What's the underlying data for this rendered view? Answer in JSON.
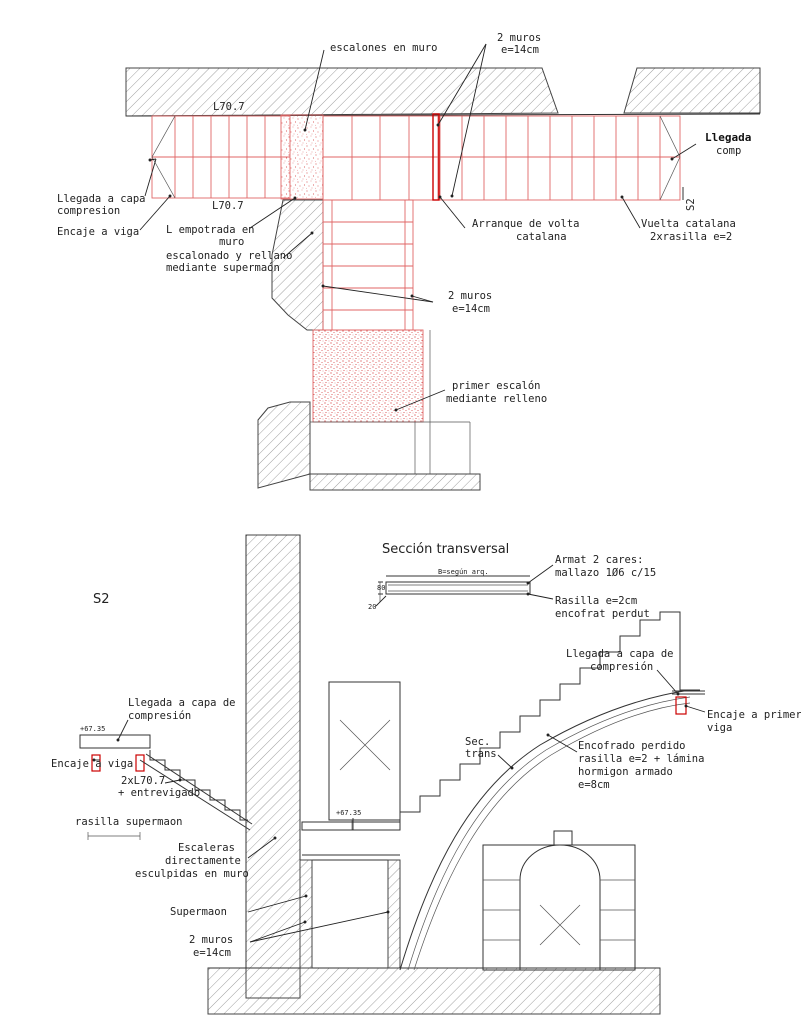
{
  "colors": {
    "line": "#333333",
    "red": "#e06666",
    "dark_red": "#cc0000",
    "background": "#ffffff"
  },
  "plan": {
    "labels": {
      "escalones_en_muro": "escalones en muro",
      "muros_top_1": "2 muros",
      "muros_top_2": "e=14cm",
      "l70_top": "L70.7",
      "l70_bottom": "L70.7",
      "llegada_right_1": "Llegada",
      "llegada_right_2": "comp",
      "s2_marker": "S2",
      "llegada_capa_1": "Llegada a capa",
      "llegada_capa_2": "compresion",
      "encaje_viga": "Encaje a viga",
      "empotrada_1": "L empotrada en",
      "empotrada_2": "muro",
      "escalonado_1": "escalonado y rellano",
      "escalonado_2": "mediante supermaón",
      "arranque_1": "Arranque de volta",
      "arranque_2": "catalana",
      "vuelta_1": "Vuelta catalana",
      "vuelta_2": "2xrasilla e=2",
      "muros_mid_1": "2 muros",
      "muros_mid_2": "e=14cm",
      "primer_1": "primer escalón",
      "primer_2": "mediante relleno"
    }
  },
  "section": {
    "labels": {
      "s2_title": "S2",
      "seccion_transversal": "Sección transversal",
      "armat_1": "Armat 2 cares:",
      "armat_2": "mallazo 1Ø6 c/15",
      "b_segun": "B=según arq.",
      "dim_80": "80",
      "dim_20": "20",
      "rasilla_1": "Rasilla e=2cm",
      "rasilla_2": "encofrat perdut",
      "llegada_top_1": "Llegada a capa de",
      "llegada_top_2": "compresión",
      "encaje_primera_1": "Encaje a primera",
      "encaje_primera_2": "viga",
      "llegada_left_1": "Llegada a capa de",
      "llegada_left_2": "compresión",
      "level_left": "+67.35",
      "level_mid": "+67.35",
      "encaje_viga": "Encaje a viga",
      "entrevigado_1": "2xL70.7",
      "entrevigado_2": "+ entrevigado",
      "entrevigado_3": "rasilla supermaon",
      "sec_trans_1": "Sec.",
      "sec_trans_2": "trans",
      "encofrado_1": "Encofrado perdido",
      "encofrado_2": "rasilla e=2 + lámina",
      "encofrado_3": "hormigon armado",
      "encofrado_4": "e=8cm",
      "escaleras_1": "Escaleras",
      "escaleras_2": "directamente",
      "escaleras_3": "esculpidas en muro",
      "supermaon": "Supermaon",
      "muros_1": "2 muros",
      "muros_2": "e=14cm"
    }
  }
}
